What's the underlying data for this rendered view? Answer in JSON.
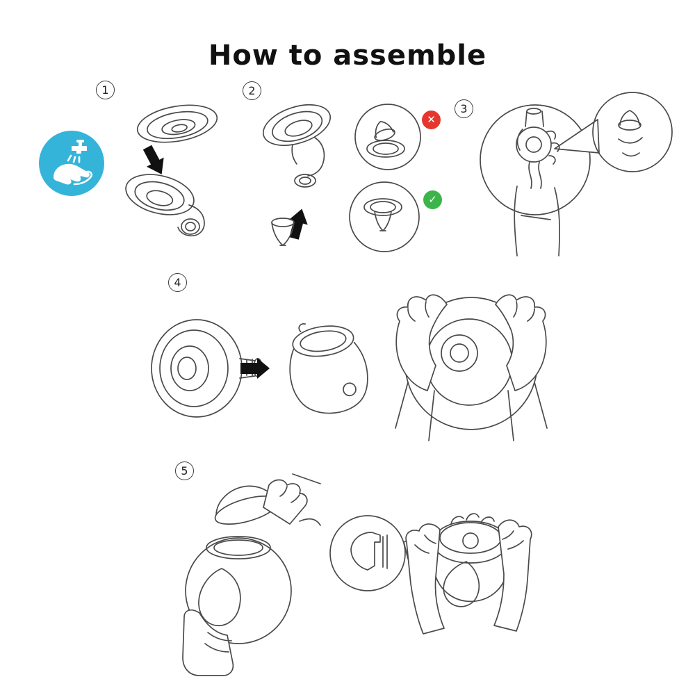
{
  "title": "How to assemble",
  "steps": [
    {
      "label": "1"
    },
    {
      "label": "2"
    },
    {
      "label": "3"
    },
    {
      "label": "4"
    },
    {
      "label": "5"
    }
  ],
  "indicators": {
    "wrong_symbol": "✕",
    "correct_symbol": "✓"
  },
  "icons": {
    "wash_hands": "wash-hands-icon",
    "wrong": "cross-icon",
    "correct": "check-icon"
  },
  "colors": {
    "wash_blue": "#35b4d9",
    "error_red": "#e5372e",
    "success_green": "#3bb54a",
    "line_gray": "#4a4a4a"
  }
}
